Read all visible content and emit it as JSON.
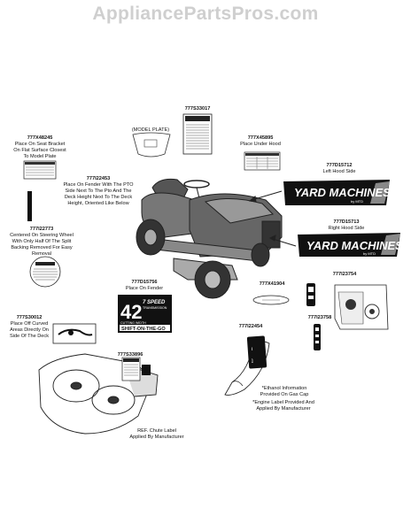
{
  "watermark": "AppliancePartsPros.com",
  "parts": {
    "p777S33017": {
      "pn": "777S33017"
    },
    "p777X45895": {
      "pn": "777X45895",
      "d1": "Place Under Hood"
    },
    "p777X48245": {
      "pn": "777X48245",
      "d1": "Place On Seat Bracket",
      "d2": "On Flat Surface Closest",
      "d3": "To Model Plate"
    },
    "model_plate": {
      "label": "(MODEL PLATE)"
    },
    "p777I22453": {
      "pn": "777I22453",
      "d1": "Place On Fender With The PTO",
      "d2": "Side Next To The Pto And The",
      "d3": "Deck Height Next To The Deck",
      "d4": "Height, Oriented Like Below"
    },
    "p777D15712": {
      "pn": "777D15712",
      "d1": "Left Hood Side"
    },
    "p777D15713": {
      "pn": "777D15713",
      "d1": "Right Hood Side"
    },
    "p777I22773": {
      "pn": "777I22773",
      "d1": "Centered On Steering Wheel",
      "d2": "With Only Half Of The Split",
      "d3": "Backing Removed For Easy",
      "d4": "Removal"
    },
    "p777D15756": {
      "pn": "777D15756",
      "d1": "Place On Fender"
    },
    "p777X41904": {
      "pn": "777X41904"
    },
    "p777I23754": {
      "pn": "777I23754"
    },
    "p777I23758": {
      "pn": "777I23758"
    },
    "p777S30012": {
      "pn": "777S30012",
      "d1": "Place Off Curved",
      "d2": "Areas Directly On",
      "d3": "Side Of The Deck"
    },
    "p777I22454": {
      "pn": "777I22454"
    },
    "p777S33896": {
      "pn": "777S33896"
    },
    "ref_chute": {
      "d1": "REF. Chute Label",
      "d2": "Applied By Manufacturer"
    }
  },
  "decals": {
    "brand": "YARD MACHINES",
    "brand_sub": "by MTD",
    "speed_number": "42",
    "speed_title": "7 SPEED",
    "speed_sub": "TRANSMISSION",
    "cutting_width": "CUTTING WIDTH",
    "shift_text": "SHIFT-ON-THE-GO"
  },
  "notes": {
    "n1": "*Ethanol Information",
    "n2": "Provided On Gas Cap",
    "n3": "*Engine Label Provided And",
    "n4": "Applied By Manufacturer"
  }
}
